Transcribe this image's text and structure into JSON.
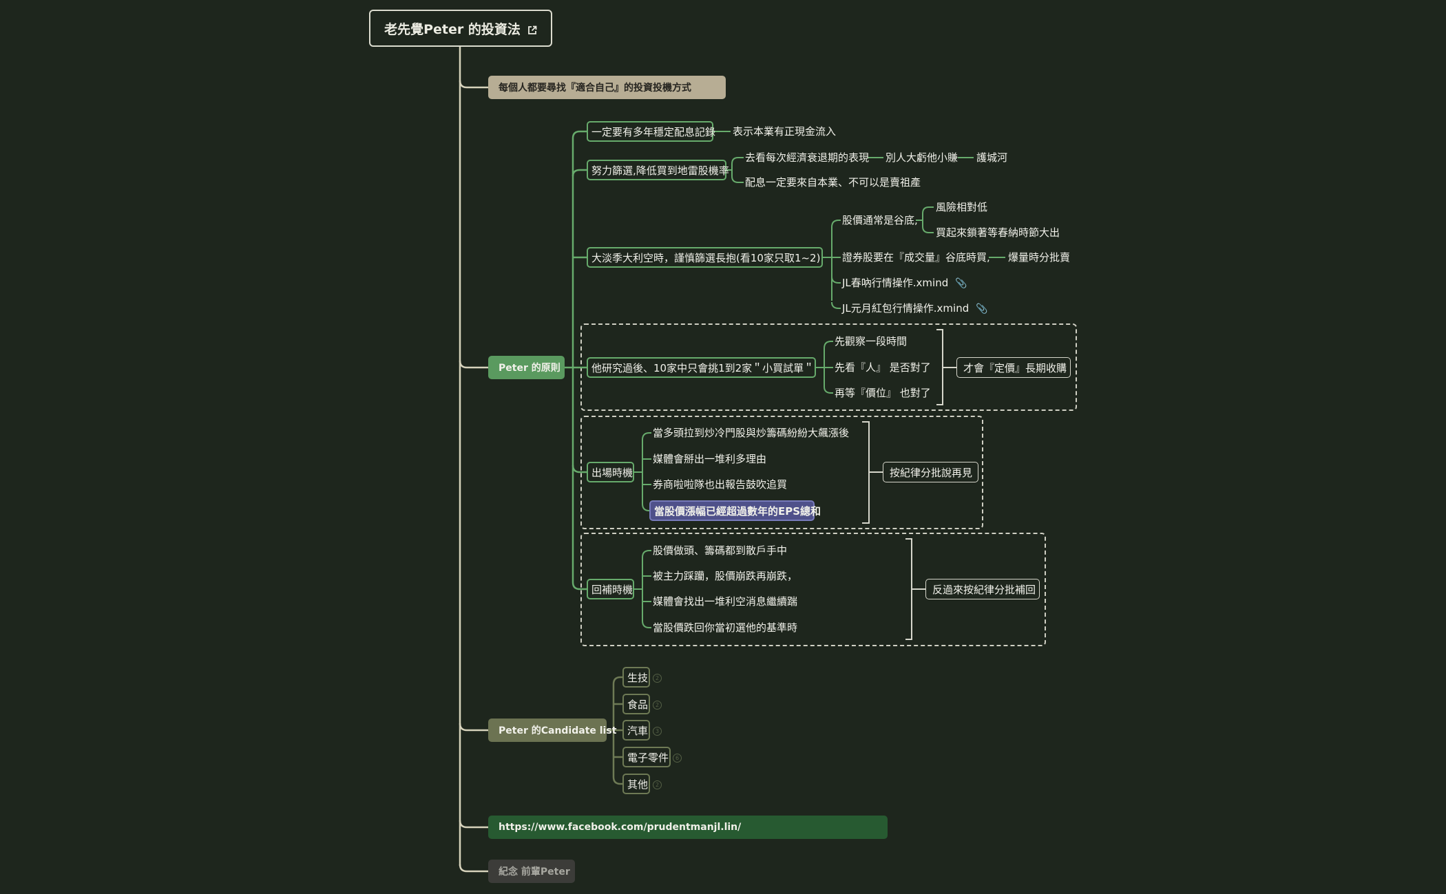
{
  "root": {
    "title": "老先覺Peter 的投資法",
    "link_icon": "external-link-icon"
  },
  "branches": {
    "intro": "每個人都要尋找『適合自己』的投資投機方式",
    "principles": {
      "label": "Peter 的原則",
      "dividend": {
        "label": "一定要有多年穩定配息記錄",
        "child": "表示本業有正現金流入"
      },
      "screen": {
        "label": "努力篩選,降低買到地雷股機率",
        "c1": "去看每次經濟衰退期的表現",
        "c1a": "別人大虧他小賺",
        "c1b": "護城河",
        "c2": "配息一定要來自本業、不可以是賣祖產"
      },
      "bear": {
        "label": "大淡季大利空時，謹慎篩選長抱(看10家只取1~2)",
        "price": "股價通常是谷底,",
        "price_a": "風險相對低",
        "price_b": "買起來鎖著等春納時節大出",
        "broker": "證券股要在『成交量』谷底時買,",
        "broker_a": "爆量時分批賣",
        "file1": "JL春吶行情操作.xmind",
        "file2": "JL元月紅包行情操作.xmind",
        "attach_icon": "paperclip-icon"
      },
      "research": {
        "label": "他研究過後、10家中只會挑1到2家＂小買試單＂",
        "c1": "先觀察一段時間",
        "c2": "先看『人』 是否對了",
        "c3": "再等『價位』 也對了",
        "summary": "才會『定價』長期收購"
      },
      "exit": {
        "label": "出場時機",
        "c1": "當多頭拉到炒冷門股與炒籌碼紛紛大飆漲後",
        "c2": "媒體會掰出一堆利多理由",
        "c3": "券商啦啦隊也出報告鼓吹追買",
        "c4": "當股價漲幅已經超過數年的EPS總和",
        "summary": "按紀律分批說再見"
      },
      "rebuy": {
        "label": "回補時機",
        "c1": "股價做頭、籌碼都到散戶手中",
        "c2": "被主力踩躪，股價崩跌再崩跌，",
        "c3": "媒體會找出一堆利空消息繼續踹",
        "c4": "當股價跌回你當初選他的基準時",
        "summary": "反過來按紀律分批補回"
      }
    },
    "candidates": {
      "label": "Peter 的Candidate list",
      "items": [
        "生技",
        "食品",
        "汽車",
        "電子零件",
        "其他"
      ],
      "counts": [
        "2",
        "2",
        "3",
        "6",
        "2"
      ]
    },
    "url": "https://www.facebook.com/prudentmanjl.lin/",
    "memorial": "紀念 前輩Peter"
  },
  "colors": {
    "background": "#1e261d",
    "intro": "#b7ad94",
    "principles": "#5a9a5f",
    "candidates": "#6c7352",
    "url": "#275a31",
    "memorial": "#3c3c39",
    "region_research": "#3b4238",
    "region_exit": "#4a3e35",
    "region_rebuy": "#3e4638",
    "highlight": "#4f518a"
  }
}
